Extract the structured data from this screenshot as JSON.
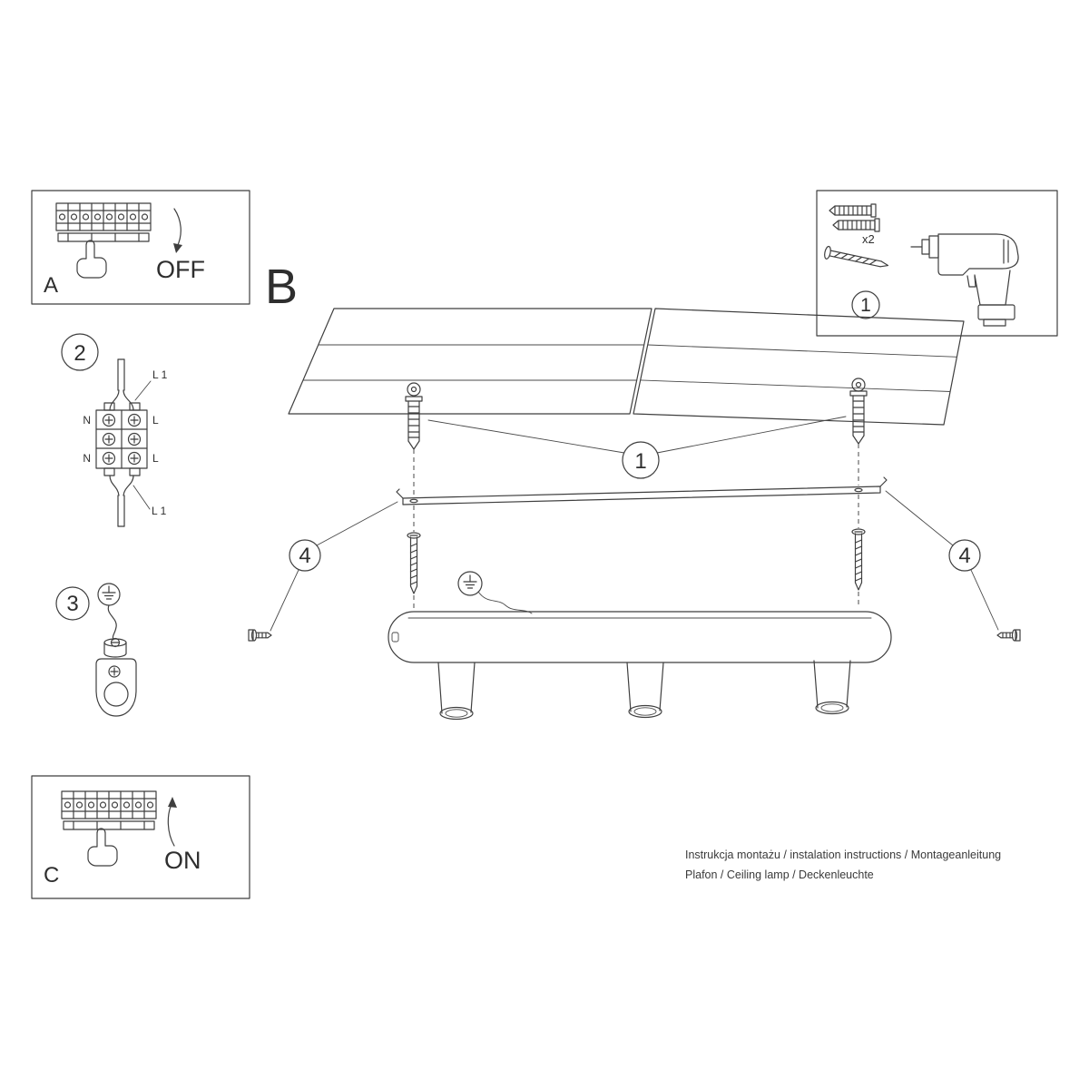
{
  "colors": {
    "line": "#3f3f3f",
    "text": "#2e2e2e",
    "background": "#ffffff"
  },
  "section": {
    "label": "B"
  },
  "power_off_box": {
    "label": "A",
    "switch_state": "OFF"
  },
  "power_on_box": {
    "label": "C",
    "switch_state": "ON"
  },
  "tools_box": {
    "step_number": "1",
    "dowel_count": "x2"
  },
  "step_numbers": {
    "anchor_step": "1",
    "wiring_step": "2",
    "ground_step": "3",
    "fix_left": "4",
    "fix_right": "4"
  },
  "wiring_labels": {
    "top_wire": "L 1",
    "row1_left": "N",
    "row1_right": "L",
    "row2_left": "N",
    "row2_right": "L",
    "bottom_wire": "L 1"
  },
  "footer": {
    "line1": "Instrukcja montażu / instalation instructions / Montageanleitung",
    "line2": "Plafon / Ceiling lamp / Deckenleuchte"
  }
}
